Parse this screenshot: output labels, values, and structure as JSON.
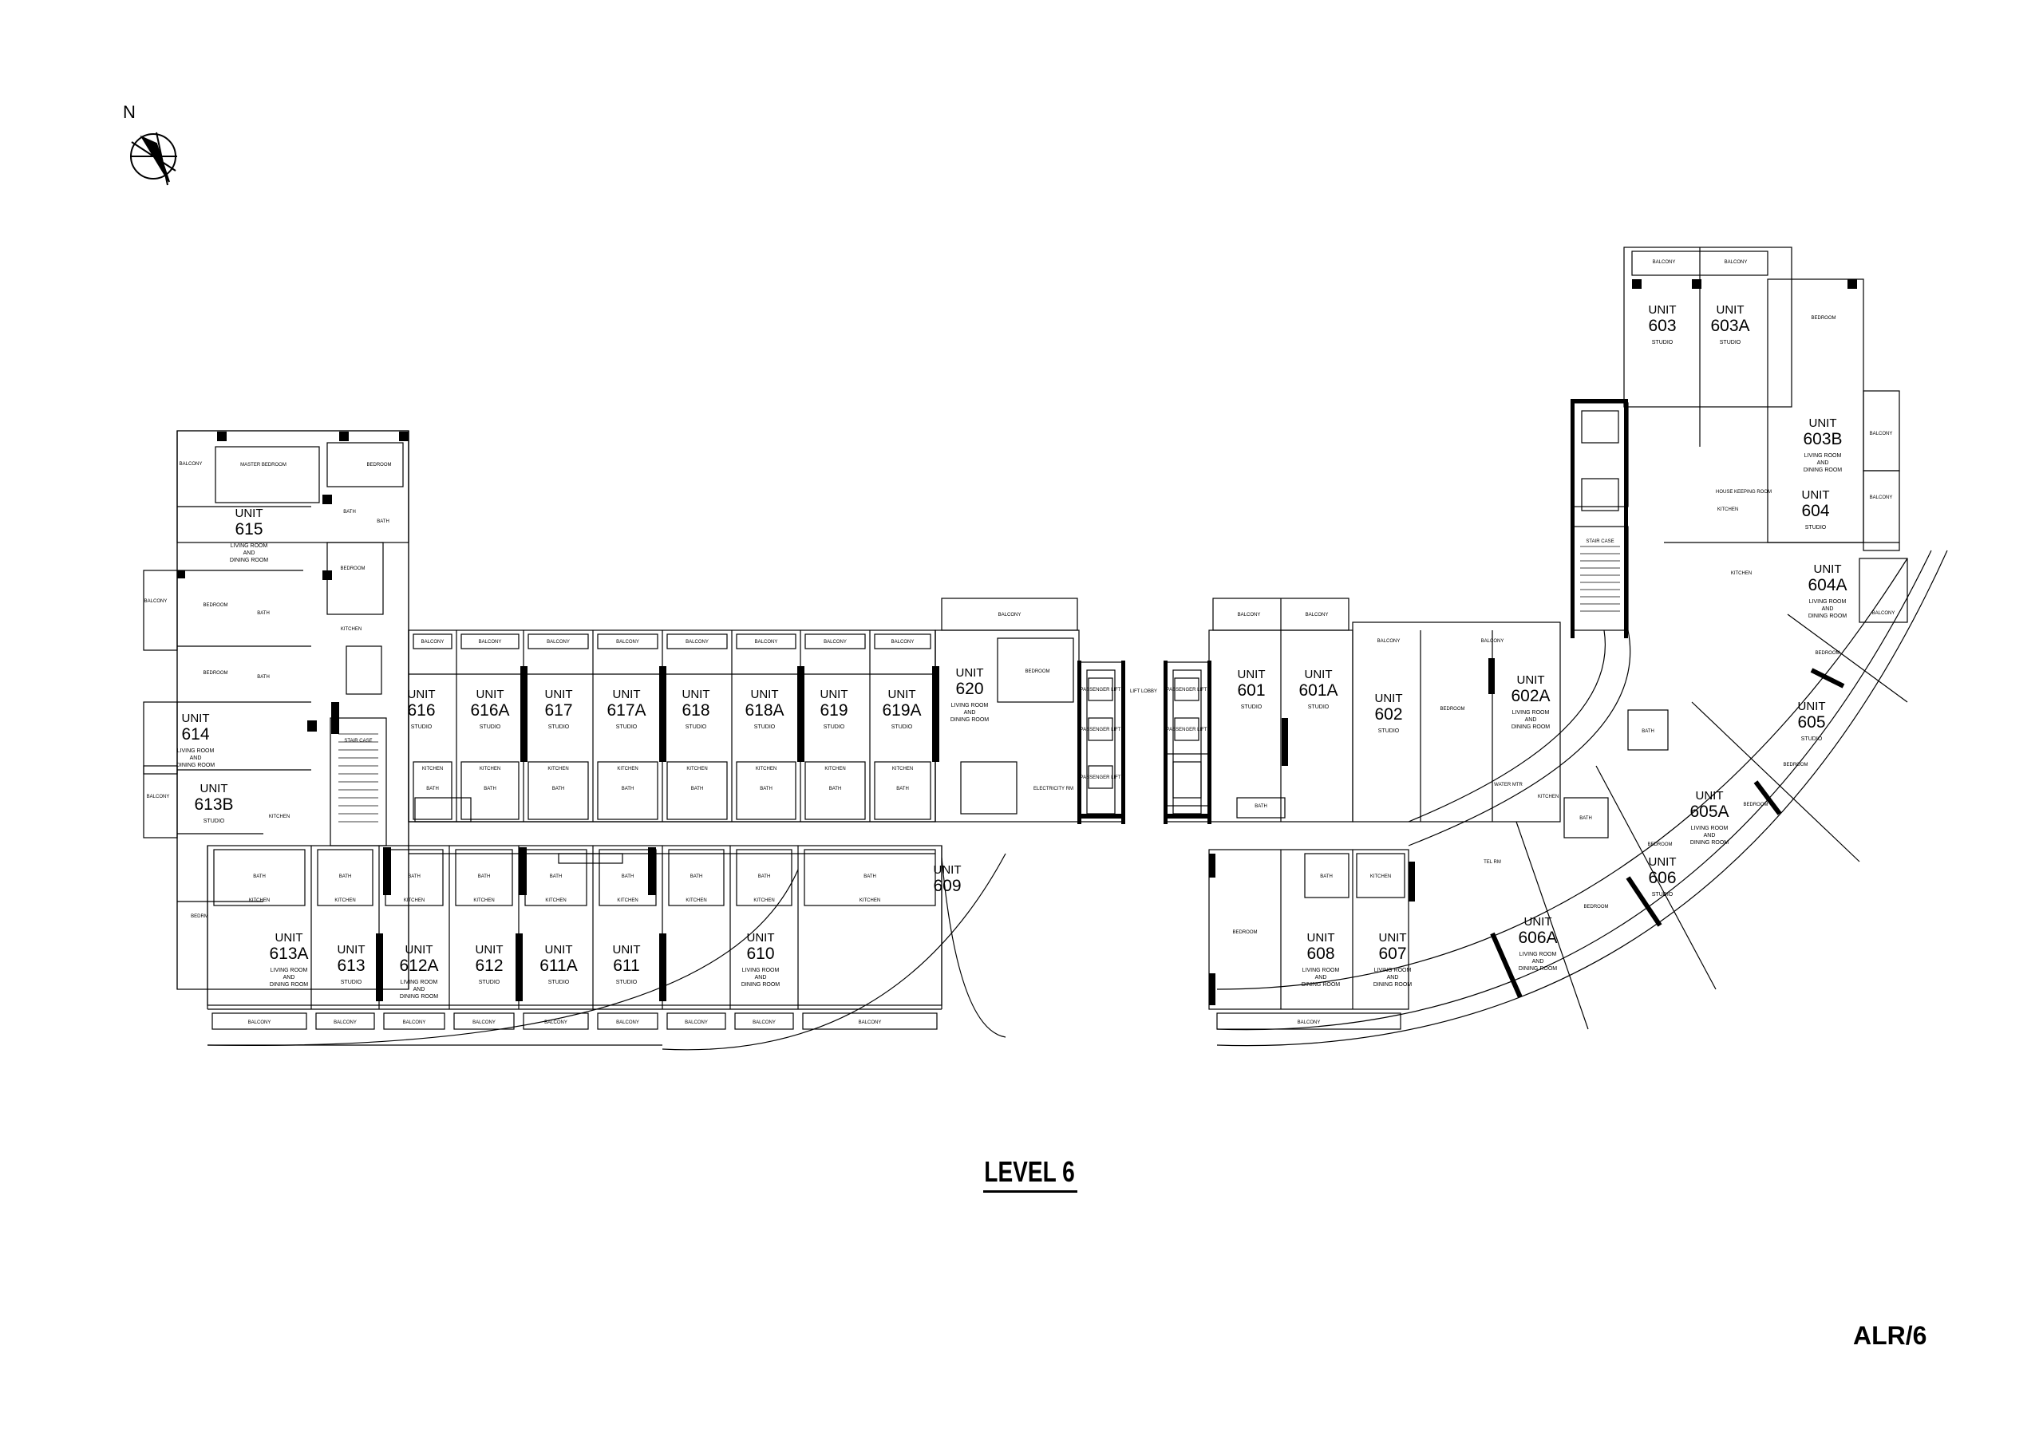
{
  "drawing": {
    "title": "LEVEL 6",
    "sheet_id": "ALR/6",
    "north_label": "N"
  },
  "room_labels": {
    "balcony": "BALCONY",
    "bath": "BATH",
    "kitchen": "KITCHEN",
    "bedroom": "BEDROOM",
    "master_bedroom": "MASTER BEDROOM",
    "stair": "STAIR CASE",
    "lift": "PASSENGER LIFT",
    "housekeeping": "HOUSE KEEPING ROOM",
    "telrm": "TEL RM",
    "water": "WATER MTR",
    "lift_lobby": "LIFT LOBBY"
  },
  "units": [
    {
      "label": "UNIT",
      "number": "603",
      "desc": "STUDIO"
    },
    {
      "label": "UNIT",
      "number": "603A",
      "desc": "STUDIO"
    },
    {
      "label": "UNIT",
      "number": "603B",
      "desc": "LIVING ROOM AND DINING ROOM"
    },
    {
      "label": "UNIT",
      "number": "604",
      "desc": "STUDIO"
    },
    {
      "label": "UNIT",
      "number": "604A",
      "desc": "LIVING ROOM AND DINING ROOM"
    },
    {
      "label": "UNIT",
      "number": "605",
      "desc": "STUDIO"
    },
    {
      "label": "UNIT",
      "number": "605A",
      "desc": "LIVING ROOM AND DINING ROOM"
    },
    {
      "label": "UNIT",
      "number": "606",
      "desc": "STUDIO"
    },
    {
      "label": "UNIT",
      "number": "606A",
      "desc": "LIVING ROOM AND DINING ROOM"
    },
    {
      "label": "UNIT",
      "number": "607",
      "desc": "LIVING ROOM AND DINING ROOM"
    },
    {
      "label": "UNIT",
      "number": "608",
      "desc": "LIVING ROOM AND DINING ROOM"
    },
    {
      "label": "UNIT",
      "number": "609",
      "desc": ""
    },
    {
      "label": "UNIT",
      "number": "610",
      "desc": "LIVING ROOM AND DINING ROOM"
    },
    {
      "label": "UNIT",
      "number": "611",
      "desc": "STUDIO"
    },
    {
      "label": "UNIT",
      "number": "611A",
      "desc": "STUDIO"
    },
    {
      "label": "UNIT",
      "number": "612",
      "desc": "STUDIO"
    },
    {
      "label": "UNIT",
      "number": "612A",
      "desc": "LIVING ROOM AND DINING ROOM"
    },
    {
      "label": "UNIT",
      "number": "613",
      "desc": "STUDIO"
    },
    {
      "label": "UNIT",
      "number": "613A",
      "desc": "LIVING ROOM AND DINING ROOM"
    },
    {
      "label": "UNIT",
      "number": "613B",
      "desc": "STUDIO"
    },
    {
      "label": "UNIT",
      "number": "614",
      "desc": "LIVING ROOM AND DINING ROOM"
    },
    {
      "label": "UNIT",
      "number": "615",
      "desc": "LIVING ROOM AND DINING ROOM"
    },
    {
      "label": "UNIT",
      "number": "616",
      "desc": "STUDIO"
    },
    {
      "label": "UNIT",
      "number": "616A",
      "desc": "STUDIO"
    },
    {
      "label": "UNIT",
      "number": "617",
      "desc": "STUDIO"
    },
    {
      "label": "UNIT",
      "number": "617A",
      "desc": "STUDIO"
    },
    {
      "label": "UNIT",
      "number": "618",
      "desc": "STUDIO"
    },
    {
      "label": "UNIT",
      "number": "618A",
      "desc": "STUDIO"
    },
    {
      "label": "UNIT",
      "number": "619",
      "desc": "STUDIO"
    },
    {
      "label": "UNIT",
      "number": "619A",
      "desc": "STUDIO"
    },
    {
      "label": "UNIT",
      "number": "620",
      "desc": "LIVING ROOM AND DINING ROOM"
    },
    {
      "label": "UNIT",
      "number": "601",
      "desc": "STUDIO"
    },
    {
      "label": "UNIT",
      "number": "601A",
      "desc": "STUDIO"
    },
    {
      "label": "UNIT",
      "number": "602",
      "desc": "STUDIO"
    },
    {
      "label": "UNIT",
      "number": "602A",
      "desc": "LIVING ROOM AND DINING ROOM"
    }
  ]
}
